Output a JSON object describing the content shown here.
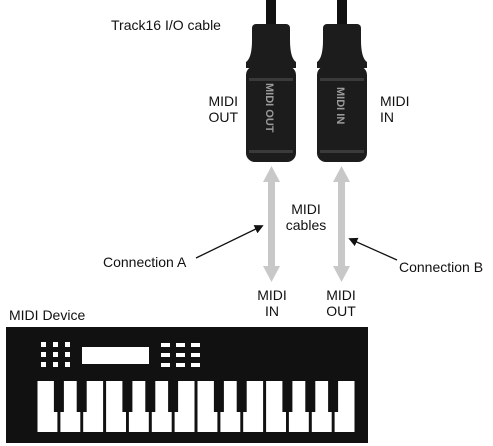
{
  "title": "Track16 I/O cable",
  "connectors": [
    {
      "port_label": "MIDI\nOUT",
      "plug_text": "MIDI OUT"
    },
    {
      "port_label": "MIDI\nIN",
      "plug_text": "MIDI IN"
    }
  ],
  "cables_label": "MIDI\ncables",
  "connection_a": "Connection A",
  "connection_b": "Connection B",
  "device_ports": [
    {
      "label": "MIDI\nIN"
    },
    {
      "label": "MIDI\nOUT"
    }
  ],
  "device_label": "MIDI Device",
  "colors": {
    "cable": "#c8c8c8",
    "plug": "#1c1c1c",
    "device": "#111111",
    "key": "#ffffff"
  }
}
